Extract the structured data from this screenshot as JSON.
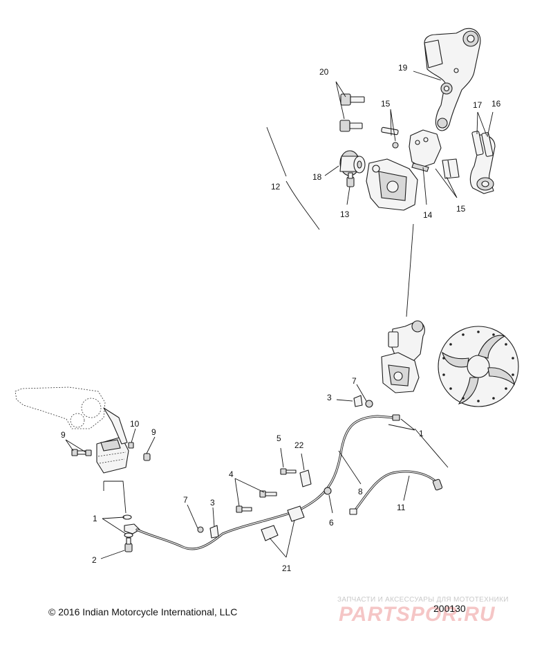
{
  "callouts": [
    {
      "id": "c20",
      "label": "20"
    },
    {
      "id": "c19",
      "label": "19"
    },
    {
      "id": "c15a",
      "label": "15"
    },
    {
      "id": "c17",
      "label": "17"
    },
    {
      "id": "c16",
      "label": "16"
    },
    {
      "id": "c18",
      "label": "18"
    },
    {
      "id": "c12",
      "label": "12"
    },
    {
      "id": "c13",
      "label": "13"
    },
    {
      "id": "c14",
      "label": "14"
    },
    {
      "id": "c15b",
      "label": "15"
    },
    {
      "id": "c7a",
      "label": "7"
    },
    {
      "id": "c3a",
      "label": "3"
    },
    {
      "id": "c1a",
      "label": "1"
    },
    {
      "id": "c10",
      "label": "10"
    },
    {
      "id": "c9a",
      "label": "9"
    },
    {
      "id": "c9b",
      "label": "9"
    },
    {
      "id": "c5",
      "label": "5"
    },
    {
      "id": "c22",
      "label": "22"
    },
    {
      "id": "c4",
      "label": "4"
    },
    {
      "id": "c8",
      "label": "8"
    },
    {
      "id": "c11",
      "label": "11"
    },
    {
      "id": "c7b",
      "label": "7"
    },
    {
      "id": "c3b",
      "label": "3"
    },
    {
      "id": "c6",
      "label": "6"
    },
    {
      "id": "c1b",
      "label": "1"
    },
    {
      "id": "c2",
      "label": "2"
    },
    {
      "id": "c21",
      "label": "21"
    }
  ],
  "footer": {
    "copyright": "© 2016 Indian Motorcycle International, LLC",
    "figure_number": "200130"
  },
  "watermark": {
    "tagline": "ЗАПЧАСТИ И АКСЕССУАРЫ ДЛЯ МОТОТЕХНИКИ",
    "brand": "PARTSPOR.RU"
  },
  "colors": {
    "line": "#1a1a1a",
    "background": "#ffffff",
    "watermark_brand": "#f2b4b4"
  }
}
